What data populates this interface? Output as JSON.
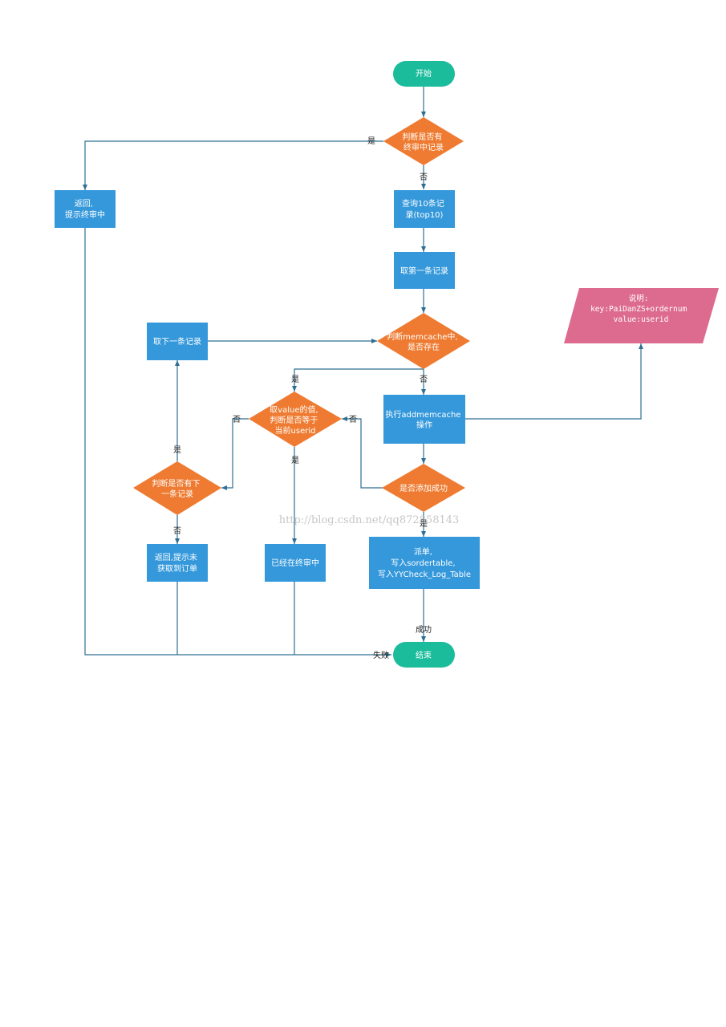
{
  "diagram": {
    "watermark": "http://blog.csdn.net/qq872858143",
    "colors": {
      "terminal": "#1abc9c",
      "process": "#3498db",
      "decision": "#ee7b31",
      "note": "#dd6b8f",
      "line": "#2e6f93"
    },
    "nodes": {
      "start": {
        "label": "开始"
      },
      "check_review": {
        "lines": [
          "判断是否有",
          "终审中记录"
        ]
      },
      "return_review": {
        "lines": [
          "返回,",
          "提示终审中"
        ]
      },
      "query_top10": {
        "lines": [
          "查询10条记",
          "录(top10)"
        ]
      },
      "take_first": {
        "lines": [
          "取第一条记录"
        ]
      },
      "check_memcache": {
        "lines": [
          "判断memcache中,",
          "是否存在"
        ]
      },
      "note": {
        "lines": [
          "说明:",
          "key:PaiDanZS+ordernum",
          "value:userid"
        ]
      },
      "take_next": {
        "lines": [
          "取下一条记录"
        ]
      },
      "check_value": {
        "lines": [
          "取value的值,",
          "判断是否等于",
          "当前userid"
        ]
      },
      "exec_add": {
        "lines": [
          "执行addmemcache",
          "操作"
        ]
      },
      "check_next": {
        "lines": [
          "判断是否有下",
          "一条记录"
        ]
      },
      "check_add": {
        "lines": [
          "是否添加成功"
        ]
      },
      "return_none": {
        "lines": [
          "返回,提示未",
          "获取到订单"
        ]
      },
      "already_review": {
        "lines": [
          "已经在终审中"
        ]
      },
      "dispatch": {
        "lines": [
          "派单,",
          "写入sordertable,",
          "写入YYCheck_Log_Table"
        ]
      },
      "end": {
        "label": "结束"
      }
    },
    "edge_labels": {
      "review_yes": "是",
      "review_no": "否",
      "memcache_yes": "是",
      "memcache_no": "否",
      "value_no": "否",
      "value_yes": "是",
      "add_no": "否",
      "add_yes": "是",
      "next_yes": "是",
      "next_no": "否",
      "success": "成功",
      "fail": "失败"
    }
  }
}
